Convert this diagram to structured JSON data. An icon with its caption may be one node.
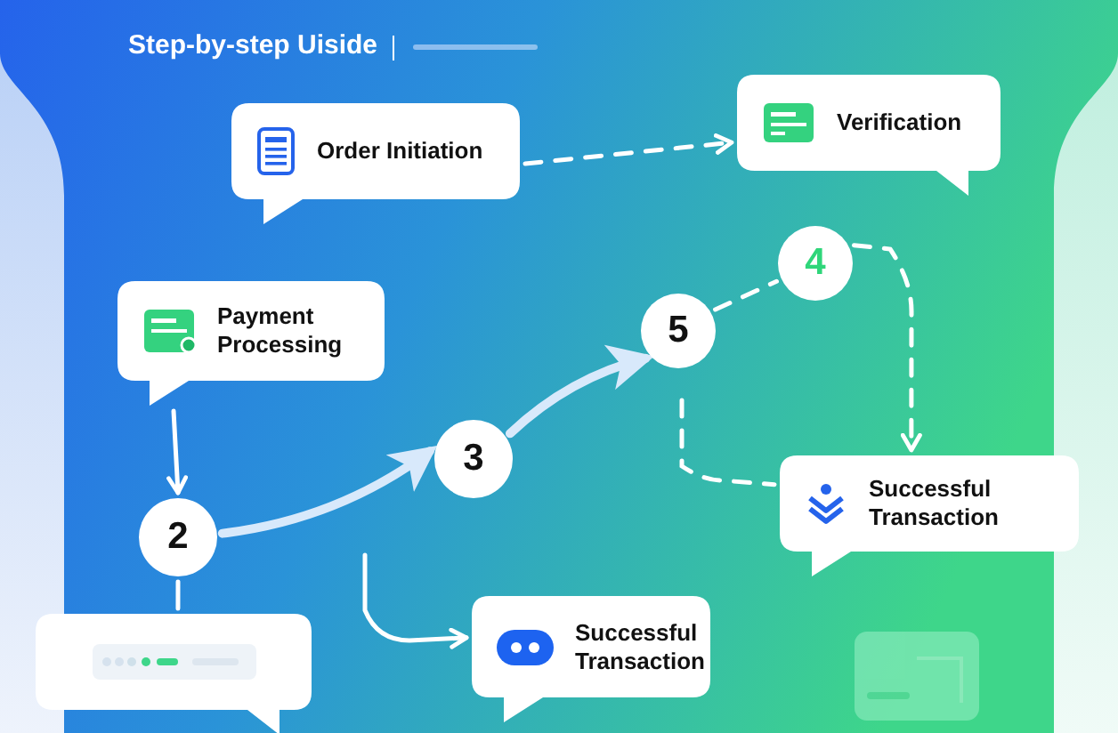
{
  "diagram": {
    "title": "Step-by-step Uiside",
    "nodes": [
      {
        "text": [
          "Order Initiation"
        ]
      },
      {
        "text": [
          "Verification"
        ]
      },
      {
        "text": [
          "Payment Processing"
        ]
      },
      {
        "text": [
          "2"
        ]
      },
      {
        "text": [
          "3"
        ]
      },
      {
        "text": [
          "5"
        ]
      },
      {
        "text": [
          "4"
        ]
      },
      {
        "text": [
          "Successful Transaction"
        ]
      },
      {
        "text": [],
        "shape": "box"
      },
      {
        "text": [
          "Successful Transaction"
        ]
      }
    ],
    "edges": [
      {
        "from": 0,
        "to": 1,
        "arrow": "to",
        "style": "dashed"
      },
      {
        "from": 2,
        "to": 3,
        "arrow": "to"
      },
      {
        "from": 3,
        "to": 4,
        "arrow": "to",
        "style": "thick"
      },
      {
        "from": 4,
        "to": 5,
        "arrow": "to",
        "style": "thick"
      },
      {
        "from": 5,
        "to": 6,
        "arrow": "none",
        "style": "dashed"
      },
      {
        "from": 6,
        "to": 7,
        "arrow": "to",
        "style": "dashed"
      },
      {
        "from": 3,
        "to": 8,
        "arrow": "none"
      },
      {
        "from": null,
        "to": 9,
        "arrow": "to"
      },
      {
        "from": null,
        "to": 7,
        "arrow": "none",
        "style": "dashed"
      }
    ]
  }
}
